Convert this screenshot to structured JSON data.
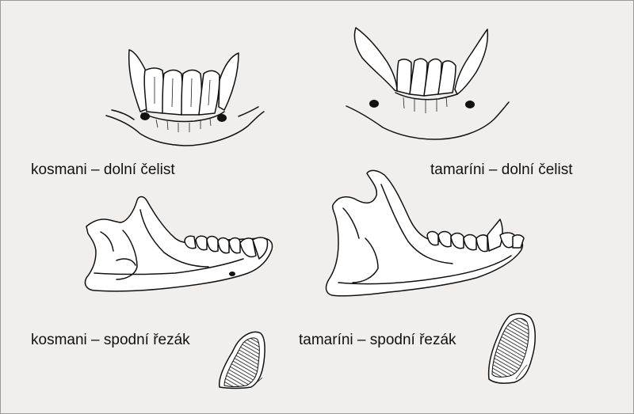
{
  "colors": {
    "background": "#f1efed",
    "ink": "#111111",
    "border": "#9a9a9a"
  },
  "labels": {
    "kosmani_jaw": "kosmani – dolní čelist",
    "tamarini_jaw": "tamaríni – dolní čelist",
    "kosmani_incisor": "kosmani – spodní řezák",
    "tamarini_incisor": "tamaríni – spodní řezák"
  },
  "drawings": [
    "marmoset-lower-jaw-front",
    "tamarin-lower-jaw-front",
    "marmoset-lower-jaw-side",
    "tamarin-lower-jaw-side",
    "marmoset-incisor-section",
    "tamarin-incisor-section"
  ]
}
